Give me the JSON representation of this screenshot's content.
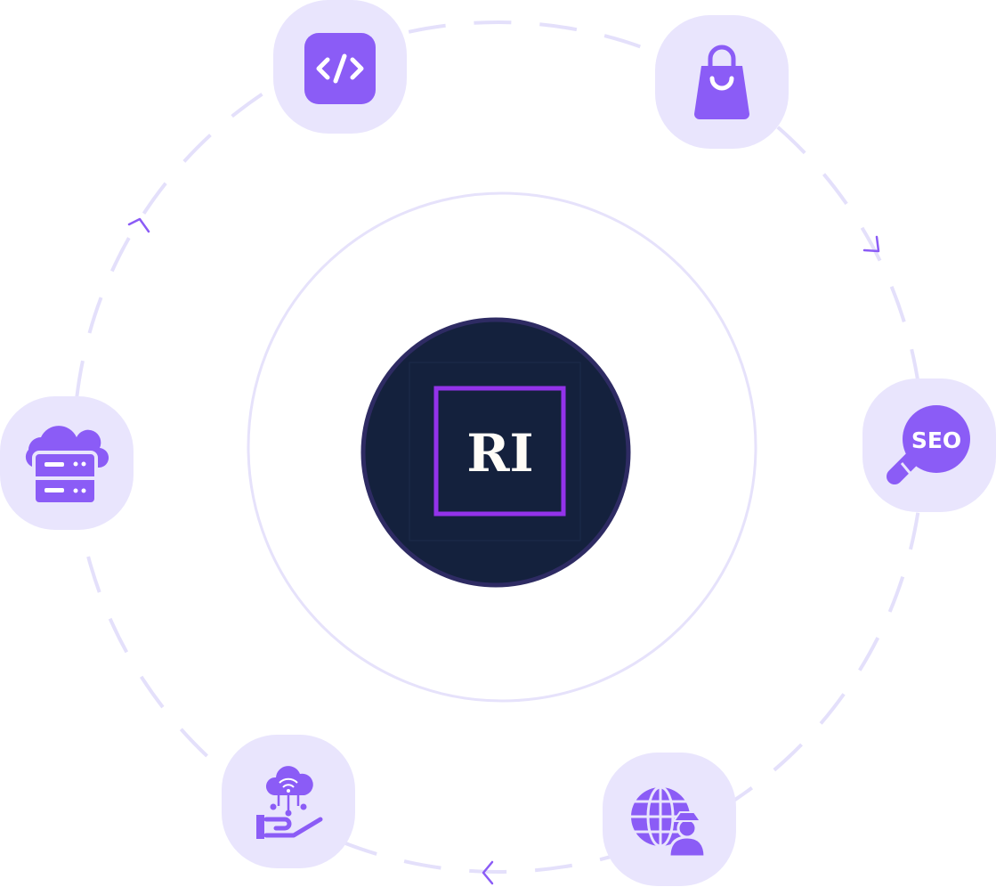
{
  "logo": {
    "text": "RI",
    "label": "RI logo"
  },
  "colors": {
    "ring": "#e4e0fb",
    "tile": "#e9e5fd",
    "icon": "#8b5cf6",
    "logo_bg": "#14213d",
    "logo_border": "#2e2b63",
    "logo_frame": "#9333ea",
    "arrow": "#8b5cf6"
  },
  "services": [
    {
      "name": "web-development",
      "icon": "code-icon"
    },
    {
      "name": "e-commerce",
      "icon": "shopping-bag-icon"
    },
    {
      "name": "seo",
      "icon": "seo-magnifier-icon",
      "text": "SEO"
    },
    {
      "name": "web-security",
      "icon": "globe-spy-icon"
    },
    {
      "name": "cloud-services",
      "icon": "cloud-hand-icon"
    },
    {
      "name": "hosting",
      "icon": "cloud-server-icon"
    }
  ]
}
